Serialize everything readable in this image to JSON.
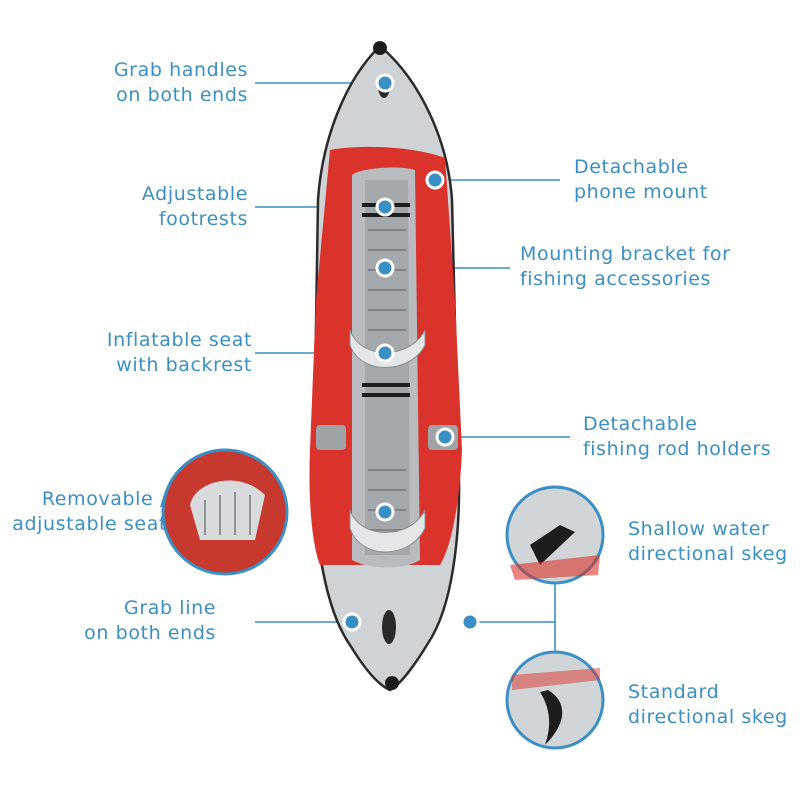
{
  "colors": {
    "accent": "#3a8fc4",
    "kayak_red": "#d9332b",
    "kayak_grey": "#c8cbcd"
  },
  "callouts": {
    "grab_handles": [
      "Grab handles",
      "on both ends"
    ],
    "footrests": [
      "Adjustable",
      "footrests"
    ],
    "phone_mount": [
      "Detachable",
      "phone mount"
    ],
    "mounting_bracket": [
      "Mounting bracket for",
      "fishing accessories"
    ],
    "seat_backrest": [
      "Inflatable seat",
      "with backrest"
    ],
    "rod_holders": [
      "Detachable",
      "fishing rod holders"
    ],
    "removable_seat": [
      "Removable /",
      "adjustable seat"
    ],
    "shallow_skeg": [
      "Shallow water",
      "directional skeg"
    ],
    "grab_line": [
      "Grab line",
      "on both ends"
    ],
    "standard_skeg": [
      "Standard",
      "directional skeg"
    ]
  }
}
